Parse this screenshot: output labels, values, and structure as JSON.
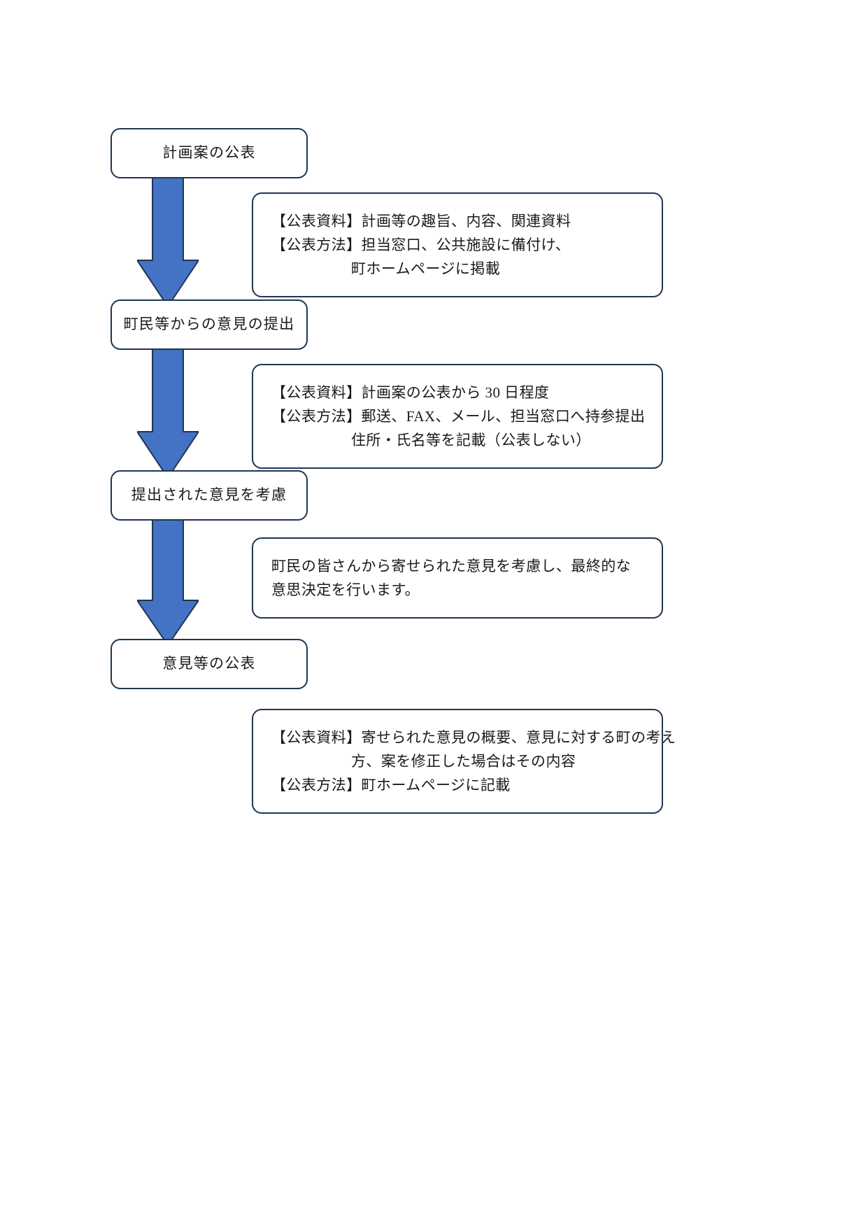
{
  "document": {
    "title": "パブリックコメント手続の流れ",
    "colors": {
      "arrow_fill": "#4472C4",
      "arrow_stroke": "#1F3552",
      "box_stroke": "#1F3552",
      "text": "#1a1a1a",
      "background": "#ffffff"
    }
  },
  "flow": {
    "steps": [
      {
        "label": "計画案の公表"
      },
      {
        "label": "町民等からの意見の提出"
      },
      {
        "label": "提出された意見を考慮"
      },
      {
        "label": "意見等の公表"
      }
    ],
    "arrows": [
      {
        "name": "arrow-step1-to-step2",
        "direction": "down"
      },
      {
        "name": "arrow-step2-to-step3",
        "direction": "down"
      },
      {
        "name": "arrow-step3-to-step4",
        "direction": "down"
      }
    ],
    "notes": [
      {
        "name": "note-publication-of-draft",
        "lines": [
          "【公表資料】計画等の趣旨、内容、関連資料",
          "【公表方法】担当窓口、公共施設に備付け、",
          "町ホームページに掲載"
        ]
      },
      {
        "name": "note-submission-of-opinions",
        "lines": [
          "【公表資料】計画案の公表から 30 日程度",
          "【公表方法】郵送、FAX、メール、担当窓口へ持参提出",
          "住所・氏名等を記載（公表しない）"
        ]
      },
      {
        "name": "note-consideration-of-opinions",
        "lines": [
          "町民の皆さんから寄せられた意見を考慮し、最終的な意思決定を行います。"
        ]
      },
      {
        "name": "note-publication-of-opinions",
        "lines": [
          "【公表資料】寄せられた意見の概要、意見に対する町の考え",
          "方、案を修正した場合はその内容",
          "【公表方法】町ホームページに記載"
        ]
      }
    ]
  }
}
